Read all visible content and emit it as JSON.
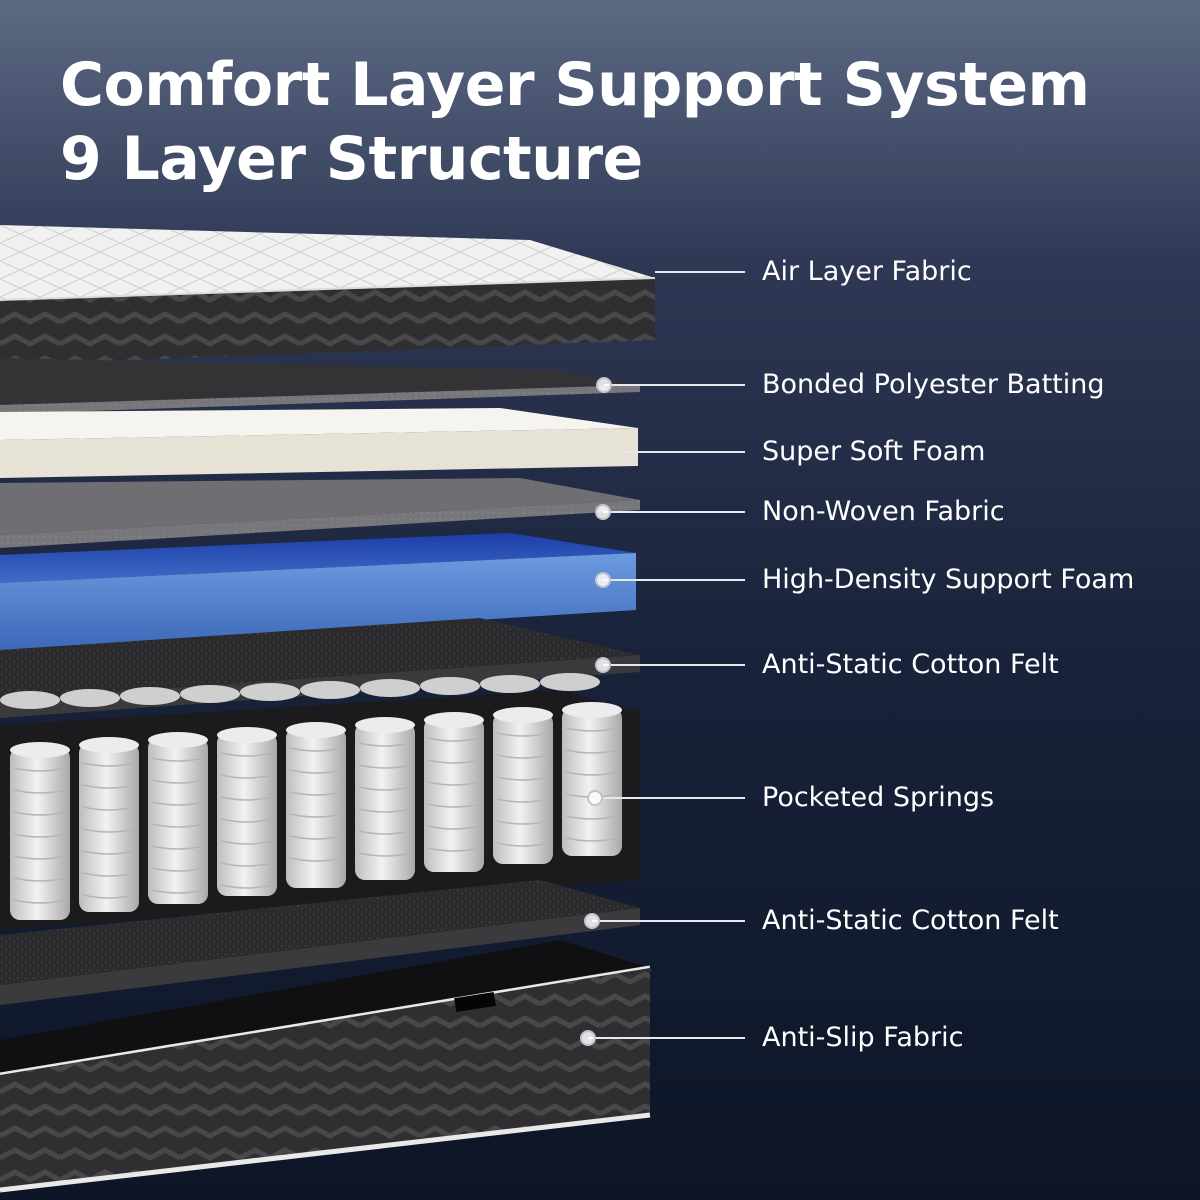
{
  "title": {
    "line1": "Comfort Layer Support System",
    "line2": "9 Layer Structure"
  },
  "layers": [
    {
      "label": "Air Layer Fabric"
    },
    {
      "label": "Bonded Polyester Batting"
    },
    {
      "label": "Super Soft Foam"
    },
    {
      "label": "Non-Woven Fabric"
    },
    {
      "label": "High-Density Support Foam"
    },
    {
      "label": "Anti-Static Cotton Felt"
    },
    {
      "label": "Pocketed Springs"
    },
    {
      "label": "Anti-Static Cotton Felt"
    },
    {
      "label": "Anti-Slip Fabric"
    }
  ],
  "colors": {
    "text": "#ffffff",
    "leader_line": "#e6e8ee",
    "fabric_white": "#f1f1f1",
    "quilt_dark": "#2f2f31",
    "batting_gray": "#77777b",
    "soft_foam": "#efece4",
    "support_foam": "#4a7fcf",
    "felt": "#2b2b2d",
    "spring_pocket": "#dcdcdc"
  }
}
